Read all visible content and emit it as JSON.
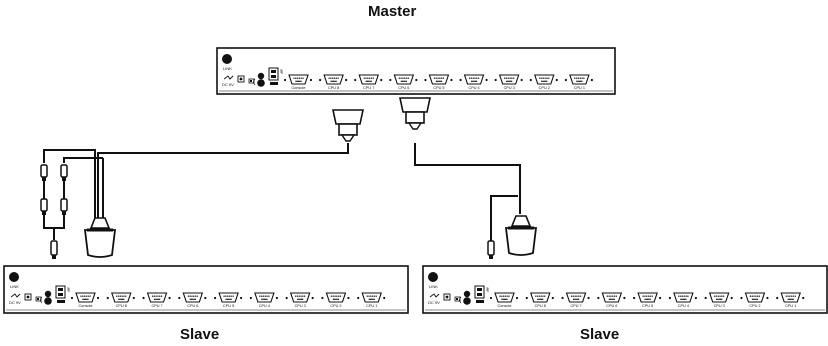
{
  "units": {
    "master": {
      "title": "Master"
    },
    "slave_left": {
      "title": "Slave"
    },
    "slave_right": {
      "title": "Slave"
    }
  },
  "panel": {
    "link_label": "LINK",
    "power_label": "DC 9V",
    "console_label": "Console",
    "port_labels": [
      "CPU 8",
      "CPU 7",
      "CPU 6",
      "CPU 5",
      "CPU 4",
      "CPU 3",
      "CPU 2",
      "CPU 1"
    ]
  },
  "colors": {
    "line": "#111111",
    "background": "#ffffff"
  }
}
